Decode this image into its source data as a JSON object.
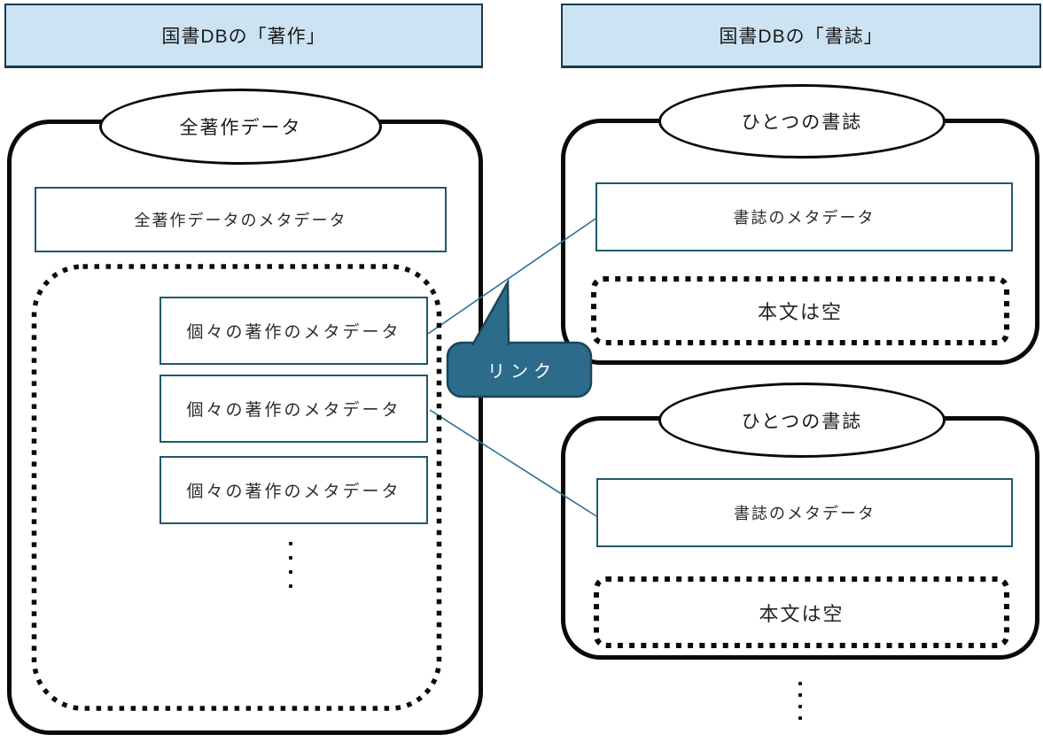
{
  "diagram": {
    "left_section": {
      "header": "国書DBの「著作」",
      "container_label": "全著作データ",
      "meta_box_label": "全著作データのメタデータ",
      "work_boxes": [
        "個々の著作のメタデータ",
        "個々の著作のメタデータ",
        "個々の著作のメタデータ"
      ]
    },
    "right_section": {
      "header": "国書DBの「書誌」",
      "bibliographies": [
        {
          "container_label": "ひとつの書誌",
          "meta_box_label": "書誌のメタデータ",
          "empty_body_label": "本文は空"
        },
        {
          "container_label": "ひとつの書誌",
          "meta_box_label": "書誌のメタデータ",
          "empty_body_label": "本文は空"
        }
      ]
    },
    "link_callout_label": "リンク",
    "colors": {
      "header_fill": "#cbe3f2",
      "header_border": "#1b3a4d",
      "box_border": "#20586c",
      "callout_fill": "#2d6b8b",
      "callout_border": "#1b4557",
      "link_line": "#2e7093",
      "outline": "#0a0a0a"
    }
  }
}
